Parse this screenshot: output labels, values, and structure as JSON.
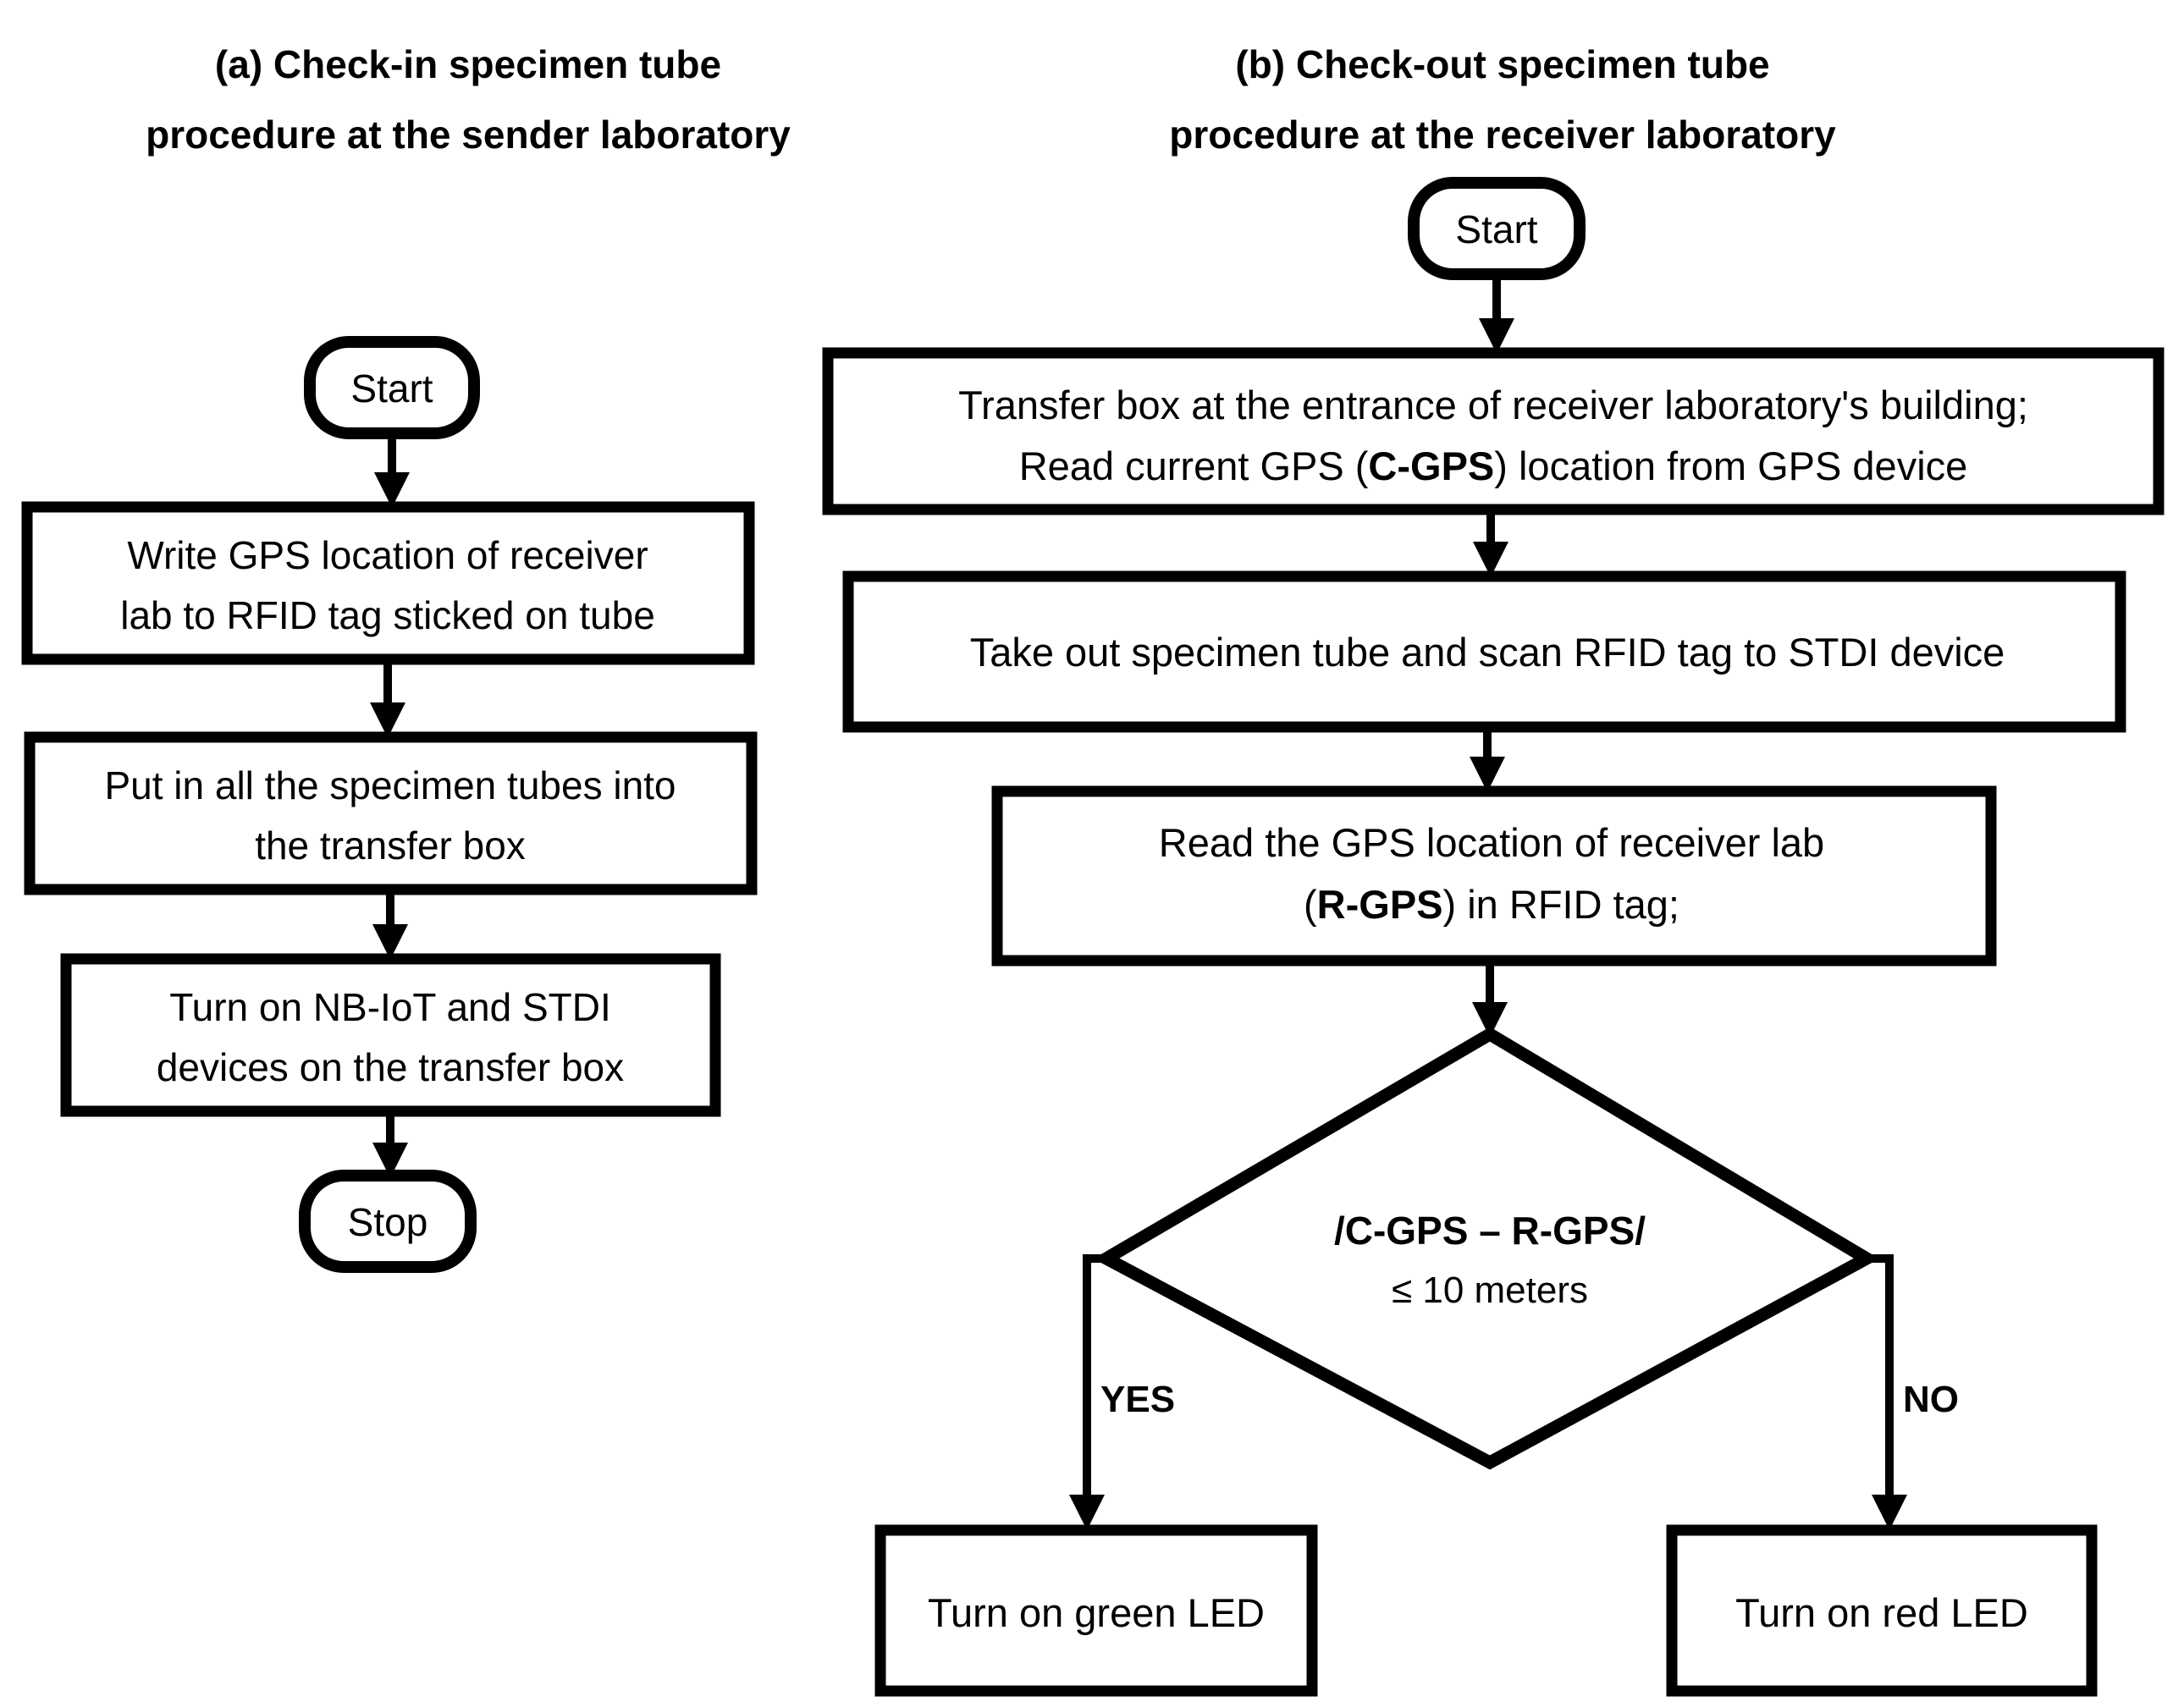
{
  "figure": {
    "background_color": "#ffffff",
    "line_color": "#000000"
  },
  "panels": [
    {
      "id": "panel-a",
      "title_line1": "(a) Check-in specimen tube",
      "title_line2": "procedure at the sender laboratory",
      "nodes": [
        {
          "id": "a-start",
          "shape": "terminator",
          "text": "Start"
        },
        {
          "id": "a-step1",
          "shape": "process",
          "line1": "Write GPS location of receiver",
          "line2": "lab to RFID tag sticked on tube"
        },
        {
          "id": "a-step2",
          "shape": "process",
          "line1": "Put in all the specimen tubes into",
          "line2": "the transfer box"
        },
        {
          "id": "a-step3",
          "shape": "process",
          "line1": "Turn on NB-IoT and STDI",
          "line2": "devices on the transfer box"
        },
        {
          "id": "a-stop",
          "shape": "terminator",
          "text": "Stop"
        }
      ]
    },
    {
      "id": "panel-b",
      "title_line1": "(b) Check-out specimen tube",
      "title_line2": "procedure at the receiver laboratory",
      "nodes": [
        {
          "id": "b-start",
          "shape": "terminator",
          "text": "Start"
        },
        {
          "id": "b-step1",
          "shape": "process",
          "line1": "Transfer box at the entrance of receiver laboratory's building;",
          "line2_pre": "Read current GPS (",
          "line2_bold": "C-GPS",
          "line2_post": ") location from GPS device"
        },
        {
          "id": "b-step2",
          "shape": "process",
          "line1": "Take out specimen tube and scan RFID tag to STDI device"
        },
        {
          "id": "b-step3",
          "shape": "process",
          "line1": "Read the GPS location of receiver lab",
          "line2_pre": "(",
          "line2_bold": "R-GPS",
          "line2_post": ") in RFID tag;"
        },
        {
          "id": "b-decision",
          "shape": "decision",
          "line1": "/C-GPS – R-GPS/",
          "line2": "≤ 10 meters"
        },
        {
          "id": "b-yes-box",
          "shape": "process",
          "line1": "Turn on green LED"
        },
        {
          "id": "b-no-box",
          "shape": "process",
          "line1": "Turn on red LED"
        }
      ],
      "branch_labels": {
        "yes": "YES",
        "no": "NO"
      }
    }
  ]
}
